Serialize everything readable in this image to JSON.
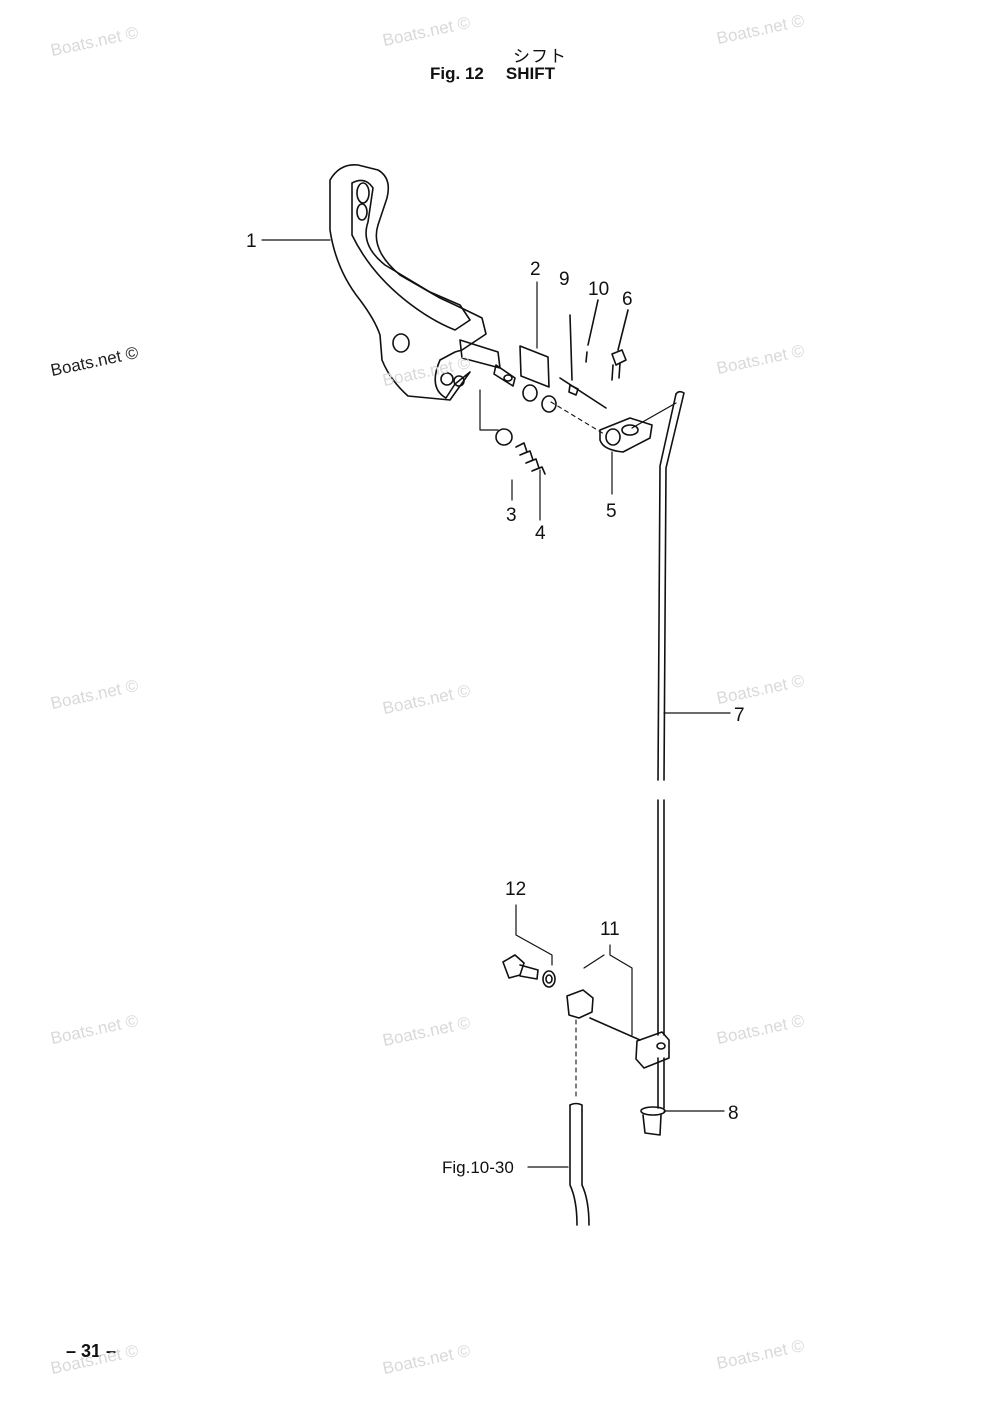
{
  "title": {
    "japanese": "シフト",
    "figure": "Fig. 12",
    "name": "SHIFT"
  },
  "callouts": [
    "1",
    "2",
    "9",
    "10",
    "6",
    "3",
    "4",
    "5",
    "7",
    "12",
    "11",
    "8"
  ],
  "reference": "Fig.10-30",
  "page_number": "– 31 –",
  "watermark": "Boats.net ©"
}
